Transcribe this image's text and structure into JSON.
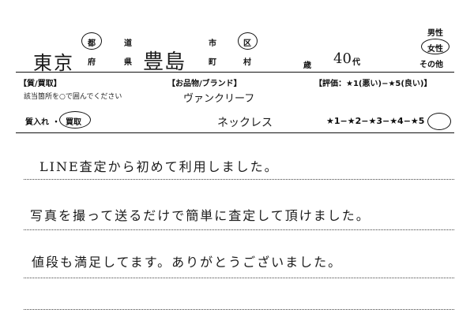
{
  "address": {
    "prefecture_written": "東京",
    "to_label": "都",
    "do_label": "道",
    "fu_label": "府",
    "ken_label": "県",
    "city_written": "豊島",
    "shi_label": "市",
    "ku_label": "区",
    "machi_label": "町",
    "mura_label": "村",
    "age_label": "歳",
    "age_written": "40",
    "dai_label": "代"
  },
  "gender": {
    "male": "男性",
    "female": "女性",
    "other": "その他"
  },
  "headers": {
    "type": "【質/買取】",
    "item": "【お品物/ブランド】",
    "rating": "【評価：★1(悪い)−★5(良い)】"
  },
  "instruction": "該当箇所を○で囲んでください",
  "brand_written": "ヴァンクリーフ",
  "service": {
    "pawn": "質入れ",
    "separator": "・",
    "buy": "買取"
  },
  "item_written": "ネックレス",
  "rating_scale": "★1−★2−★3−★4−★5",
  "comments": [
    "LINE査定から初めて利用しました。",
    "写真を撮って送るだけで簡単に査定して頂けました。",
    "値段も満足してます。ありがとうございました。"
  ]
}
